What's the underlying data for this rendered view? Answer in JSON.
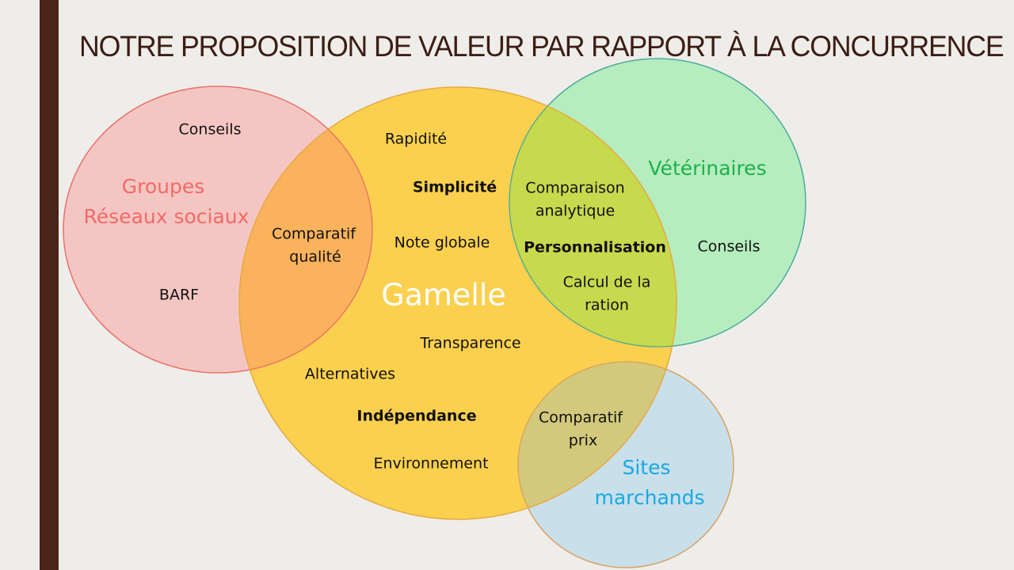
{
  "title": "NOTRE PROPOSITION DE VALEUR PAR RAPPORT À LA CONCURRENCE",
  "colors": {
    "sidebar": "#4a2319",
    "groupes": "#f08a86",
    "gamelle": "#fcc51c",
    "veterinaires": "#8ee89a",
    "sites": "#a9d4ee",
    "groupes_label": "#f46a66",
    "veterinaires_label": "#1fb04c",
    "sites_label": "#18a9e4"
  },
  "sets": {
    "groupes": {
      "label_1": "Groupes",
      "label_2": "Réseaux sociaux",
      "items": [
        "Conseils",
        "BARF"
      ]
    },
    "gamelle": {
      "label": "Gamelle",
      "items": [
        "Rapidité",
        "Simplicité",
        "Note globale",
        "Transparence",
        "Alternatives",
        "Indépendance",
        "Environnement"
      ]
    },
    "veterinaires": {
      "label": "Vétérinaires",
      "items": [
        "Conseils"
      ]
    },
    "sites": {
      "label_1": "Sites",
      "label_2": "marchands"
    }
  },
  "overlaps": {
    "groupes_gamelle": {
      "line_1": "Comparatif",
      "line_2": "qualité"
    },
    "gamelle_veterinaires": {
      "item_1_line_1": "Comparaison",
      "item_1_line_2": "analytique",
      "item_2": "Personnalisation",
      "item_3_line_1": "Calcul de la",
      "item_3_line_2": "ration"
    },
    "gamelle_sites": {
      "line_1": "Comparatif",
      "line_2": "prix"
    }
  }
}
